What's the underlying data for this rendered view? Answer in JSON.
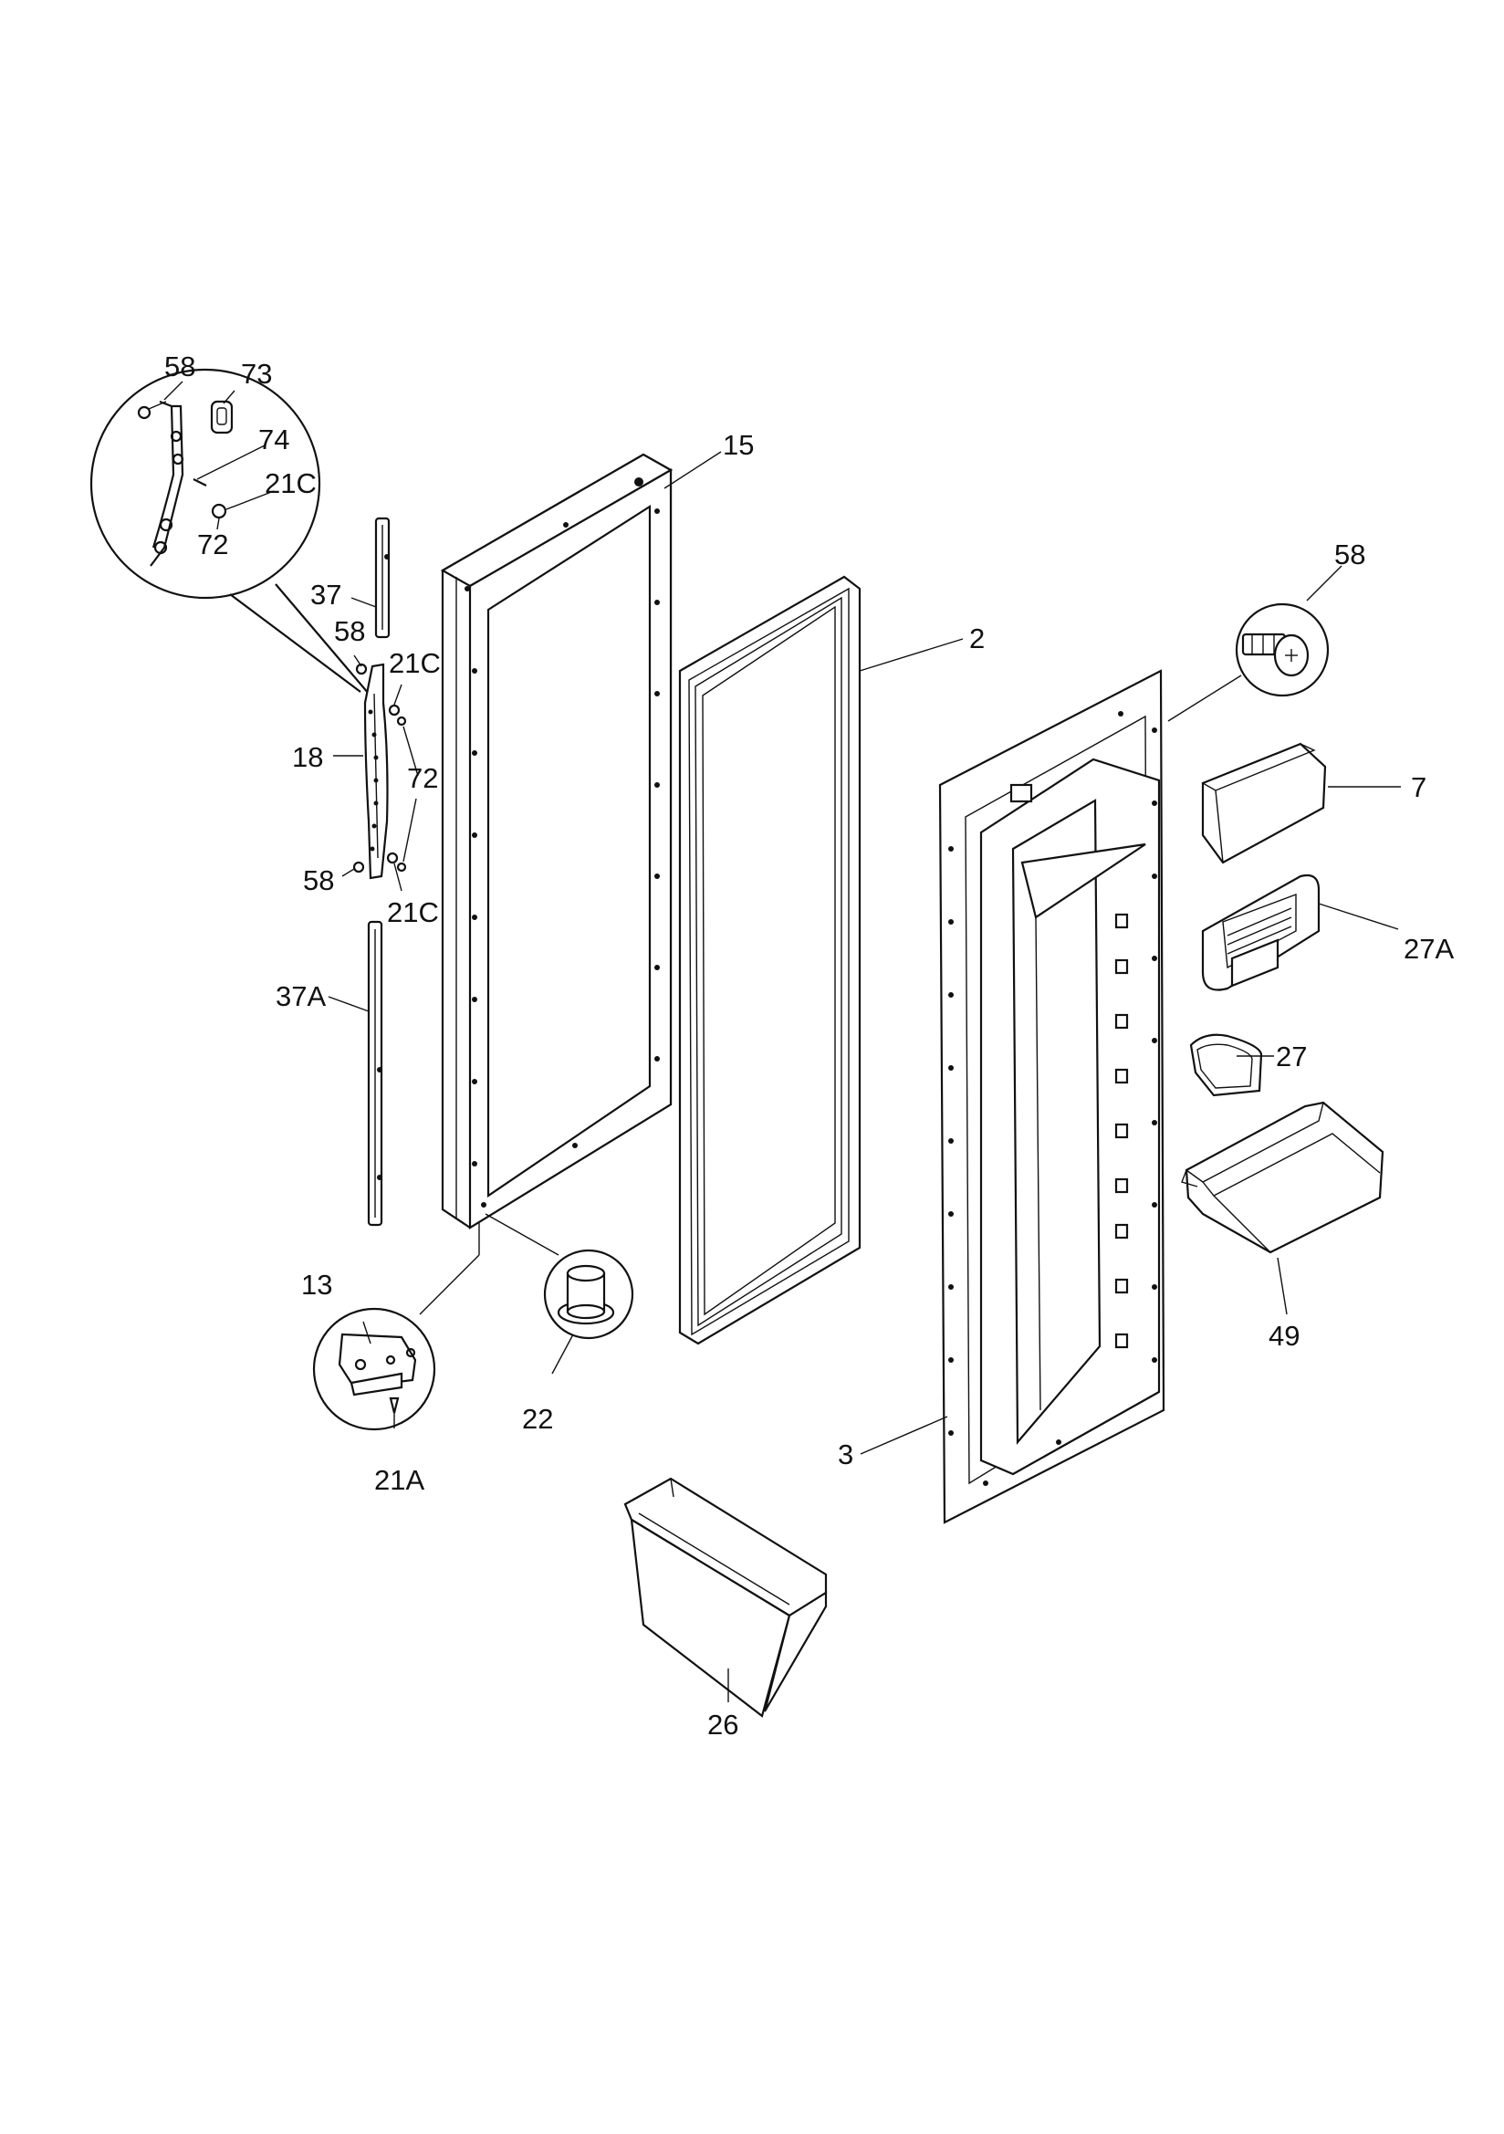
{
  "callouts": {
    "c58_zoom": "58",
    "c73": "73",
    "c74": "74",
    "c21c_zoom": "21C",
    "c72_zoom": "72",
    "c15": "15",
    "c2": "2",
    "c58_right": "58",
    "c37": "37",
    "c58_upper": "58",
    "c21c_upper": "21C",
    "c18": "18",
    "c72": "72",
    "c58_lower": "58",
    "c21c_lower": "21C",
    "c7": "7",
    "c27a": "27A",
    "c37a": "37A",
    "c27": "27",
    "c13": "13",
    "c49": "49",
    "c22": "22",
    "c21a": "21A",
    "c3": "3",
    "c26": "26"
  }
}
